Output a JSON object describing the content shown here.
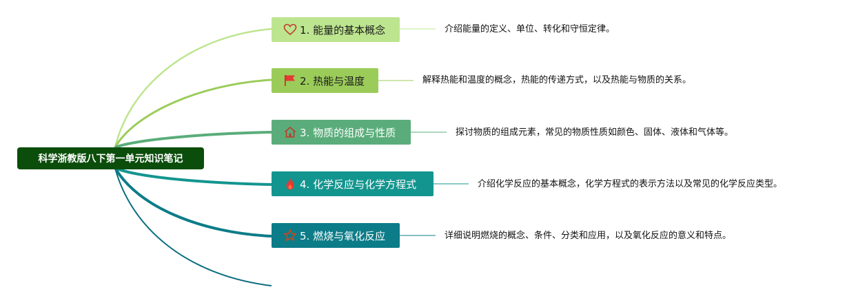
{
  "root": {
    "label": "科学浙教版八下第一单元知识笔记"
  },
  "topics": [
    {
      "label": "1. 能量的基本概念",
      "icon": "heart-icon",
      "color": "#bde58f",
      "description": "介绍能量的定义、单位、转化和守恒定律。"
    },
    {
      "label": "2. 热能与温度",
      "icon": "flag-icon",
      "color": "#9bcc5a",
      "description": "解释热能和温度的概念，热能的传递方式，以及热能与物质的关系。"
    },
    {
      "label": "3. 物质的组成与性质",
      "icon": "house-icon",
      "color": "#5aad7a",
      "description": "探讨物质的组成元素，常见的物质性质如颜色、固体、液体和气体等。"
    },
    {
      "label": "4. 化学反应与化学方程式",
      "icon": "fire-icon",
      "color": "#13958f",
      "description": "介绍化学反应的基本概念，化学方程式的表示方法以及常见的化学反应类型。"
    },
    {
      "label": "5. 燃烧与氧化反应",
      "icon": "star-icon",
      "color": "#0c7c88",
      "description": "详细说明燃烧的概念、条件、分类和应用，以及氧化反应的意义和特点。"
    }
  ],
  "colors": {
    "root": "#0b4d0b",
    "branch_1": "#bde58f",
    "branch_2": "#9bcc5a",
    "branch_3": "#5aad7a",
    "branch_4": "#13958f",
    "branch_5": "#0c7c88",
    "branch_6": "#0a6e7e"
  }
}
